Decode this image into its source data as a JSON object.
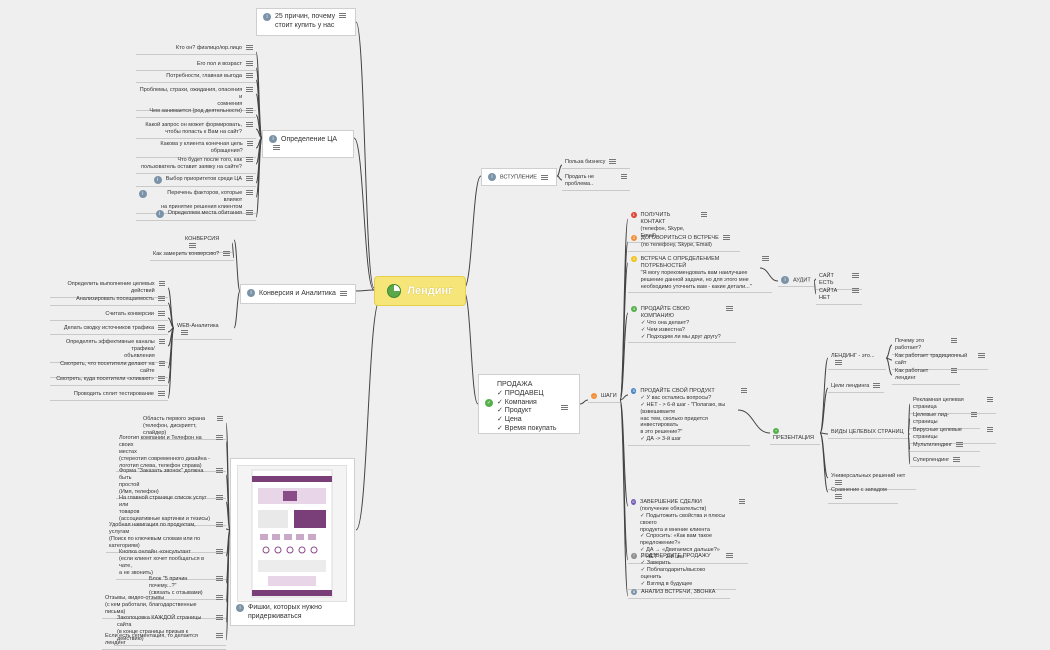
{
  "central": {
    "label": "Лендинг"
  },
  "reasons": {
    "label": "25 причин, почему\nстоит купить у нас"
  },
  "ca": {
    "label": "Определение ЦА",
    "items": [
      "Кто он? физлицо/юр.лицо",
      "Его пол и возраст",
      "Потребности, главная выгода",
      "Проблемы, страхи, ожидания, опасения и\nсомнения",
      "Чем занимается (род деятельности)",
      "Какой запрос он может формировать,\nчтобы попасть к Вам на сайт?",
      "Какова у клиента конечная цель обращения?",
      "Что будет после того, как\nпользователь оставит заявку на сайте?",
      "Выбор приоритетов среди ЦА",
      "Перечень факторов, которые влияют\nна принятие решения клиентом",
      "Определяем места обитания"
    ]
  },
  "conv": {
    "label": "Конверсия и Аналитика",
    "konversiya": "КОНВЕРСИЯ",
    "measure": "Как замерить конверсию?",
    "web": "WEB-Аналитика",
    "items": [
      "Определить выполнение целевых действий",
      "Анализировать посещаемость",
      "Считать конверсии",
      "Делать сводку источников трафика",
      "Определять эффективные каналы трафика/\nобъявления",
      "Смотреть, что посетители делают на сайте",
      "Смотреть, куда посетители «кликают»",
      "Проводить сплит тестирование"
    ]
  },
  "fishki": {
    "label": "Фишки, которых нужно\nпридерживаться",
    "items": [
      "Область первого экрана\n(телефон, дискриптт, слайдер)",
      "Логотип компании и Телефон на своих\nместах\n(стереотип современного дизайна -\nлоготип слева, телефон справа)",
      "Форма \"Заказать звонок\" должна быть\nпростой\n(Имя, телефон)",
      "На главной странице список услуг или\nтоваров\n(ассоциативные картинки и тезисы)",
      "Удобная навигация по продуктам, услугам\n(Поиск по ключевым словам или по\nкатегориям)",
      "Кнопка онлайн -консультант\n(если клиент хочет пообщаться в чате,\nа не звонить)",
      "Блок \"5 причин почему...?\"\n(связать с отзывами)",
      "Отзывы, видео-отзывы\n(с кем работали, благодарственные письма)",
      "Заколоцовка КАЖДОЙ страницы сайта\n(в конце страницы призыв к действию)",
      "Если есть сегментация, то делается лендинг"
    ]
  },
  "intro": {
    "label": "ВСТУПЛЕНИЕ",
    "items": [
      "Польза бизнесу",
      "Продать не проблема.."
    ]
  },
  "sale": {
    "label": "ПРОДАЖА\n✓ ПРОДАВЕЦ\n✓ Компания\n✓ Продукт\n✓ Цена\n✓ Время покупать",
    "steps_label": "ШАГИ",
    "steps": [
      "ПОЛУЧИТЬ КОНТАКТ\n(телефон, Skype, Email)",
      "ДОГОВОРИТЬСЯ О ВСТРЕЧЕ\n(по телефону, Skype, Email)",
      "ВСТРЕЧА С ОПРЕДЕЛЕНИЕМ ПОТРЕБНОСТЕЙ\n\"Я могу порекомендовать вам наилучшее\nрешение данной задачи, но для этого мне\nнеобходимо уточнить вам - какие детали...\"",
      "ПРОДАЙТЕ СВОЮ КОМПАНИЮ\n✓ Что она делает?\n✓ Чем известна?\n✓ Подходим ли мы друг другу?",
      "ПРОДАЙТЕ СВОЙ ПРОДУКТ\n✓ У вас остались вопросы?\n✓ НЕТ - > 6-й шаг - \"Полагаю, вы\n(взвешиваете\nнас тем, сколько придется инвестировать\nв это решение?\"\n✓ ДА -> 3-й шаг",
      "ЗАВЕРШЕНИЕ СДЕЛКИ\n(получение обязательств)\n✓ Подытожить свойства и плюсы своего\nпродукта и мнение клиента\n✓ Спросить: «Как вам такое предложение?»\n✓ ДА → «Двигаемся дальше?»\n✓ НЕТ → 3-й шаг",
      "ПОДТВЕРДИТЕ ПРОДАЖУ\n✓ Заверить\n✓ Поблагодарить/высоко оценить\n✓ Взгляд в будущее",
      "АНАЛИЗ ВСТРЕЧИ, ЗВОНКА"
    ],
    "step_colors": [
      "#e04a3a",
      "#f0913a",
      "#f3c21c",
      "#55b04c",
      "#4a86c8",
      "#6f58b5",
      "#8e8e8e",
      "#7b93a8"
    ],
    "audit": "АУДИТ",
    "audit_items": [
      "САЙТ ЕСТЬ",
      "САЙТА НЕТ"
    ],
    "presentation": "ПРЕЗЕНТАЦИЯ",
    "landing_is": "ЛЕНДИНГ - это...",
    "landing_items": [
      "Почему это работает?",
      "Как работает традиционный сайт",
      "Как работает лендинг"
    ],
    "goals": "Цели лендинга",
    "types_label": "ВИДЫ ЦЕЛЕВЫХ СТРАНИЦ",
    "types": [
      "Рекламная целевая страница",
      "Целевые лид-страницы",
      "Вирусные целевые страницы",
      "Мультилендинг",
      "Суперлендинг"
    ],
    "universal": "Универсальных решений нет",
    "compare": "Сравнение с западом"
  },
  "colors": {
    "central": "#f6e67a",
    "line": "#444444",
    "accent": "#7b93a8"
  }
}
